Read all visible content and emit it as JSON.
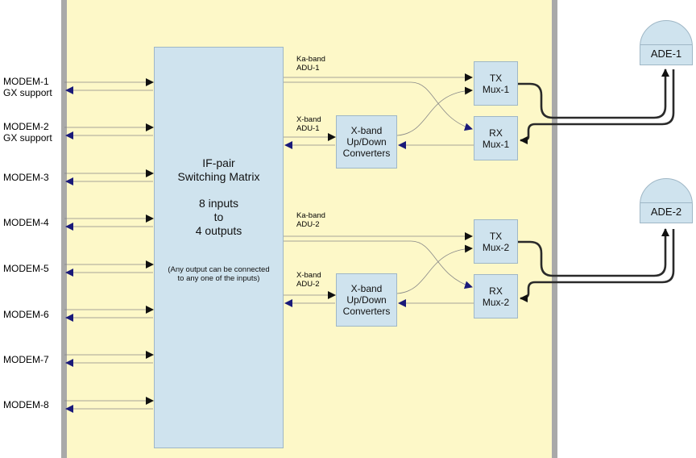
{
  "modems": [
    {
      "line1": "MODEM-1",
      "line2": "GX support"
    },
    {
      "line1": "MODEM-2",
      "line2": "GX support"
    },
    {
      "line1": "MODEM-3",
      "line2": ""
    },
    {
      "line1": "MODEM-4",
      "line2": ""
    },
    {
      "line1": "MODEM-5",
      "line2": ""
    },
    {
      "line1": "MODEM-6",
      "line2": ""
    },
    {
      "line1": "MODEM-7",
      "line2": ""
    },
    {
      "line1": "MODEM-8",
      "line2": ""
    }
  ],
  "matrix": {
    "line1": "IF-pair",
    "line2": "Switching Matrix",
    "line3": "8 inputs",
    "line4": "to",
    "line5": "4 outputs",
    "note1": "(Any output can be connected",
    "note2": "to any one of the inputs)"
  },
  "links": {
    "ka1_l1": "Ka-band",
    "ka1_l2": "ADU-1",
    "x1_l1": "X-band",
    "x1_l2": "ADU-1",
    "ka2_l1": "Ka-band",
    "ka2_l2": "ADU-2",
    "x2_l1": "X-band",
    "x2_l2": "ADU-2"
  },
  "converters": [
    {
      "l1": "X-band",
      "l2": "Up/Down",
      "l3": "Converters"
    },
    {
      "l1": "X-band",
      "l2": "Up/Down",
      "l3": "Converters"
    }
  ],
  "mux": {
    "tx1_l1": "TX",
    "tx1_l2": "Mux-1",
    "rx1_l1": "RX",
    "rx1_l2": "Mux-1",
    "tx2_l1": "TX",
    "tx2_l2": "Mux-2",
    "rx2_l1": "RX",
    "rx2_l2": "Mux-2"
  },
  "ade": [
    "ADE-1",
    "ADE-2"
  ],
  "colors": {
    "panel": "#fdf8c8",
    "box": "#cfe3ee",
    "frame": "#a9a9a9",
    "rx_arrow": "#1a1a7a"
  }
}
